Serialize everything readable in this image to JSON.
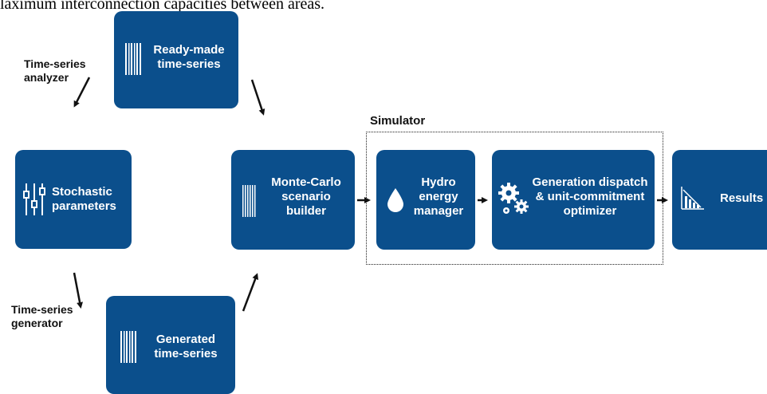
{
  "header": {
    "text": "laximum interconnection capacities between areas."
  },
  "nodes": {
    "ready_made": {
      "line1": "Ready-made",
      "line2": "time-series",
      "icon": "barcode-icon"
    },
    "stochastic": {
      "line1": "Stochastic",
      "line2": "parameters",
      "icon": "sliders-icon"
    },
    "generated": {
      "line1": "Generated",
      "line2": "time-series",
      "icon": "barcode-icon"
    },
    "monte_carlo": {
      "line1": "Monte-Carlo",
      "line2": "scenario",
      "line3": "builder",
      "icon": "barcode-icon"
    },
    "hydro": {
      "line1": "Hydro",
      "line2": "energy",
      "line3": "manager",
      "icon": "water-drop-icon"
    },
    "dispatch": {
      "line1": "Generation dispatch",
      "line2": "& unit-commitment",
      "line3": "optimizer",
      "icon": "gears-icon"
    },
    "results": {
      "line1": "Results",
      "icon": "bar-chart-icon"
    }
  },
  "edge_labels": {
    "analyzer_line1": "Time-series",
    "analyzer_line2": "analyzer",
    "generator_line1": "Time-series",
    "generator_line2": "generator"
  },
  "simulator": {
    "label": "Simulator"
  },
  "colors": {
    "node_fill": "#0b4f8c",
    "node_text": "#ffffff",
    "arrow": "#111111"
  }
}
